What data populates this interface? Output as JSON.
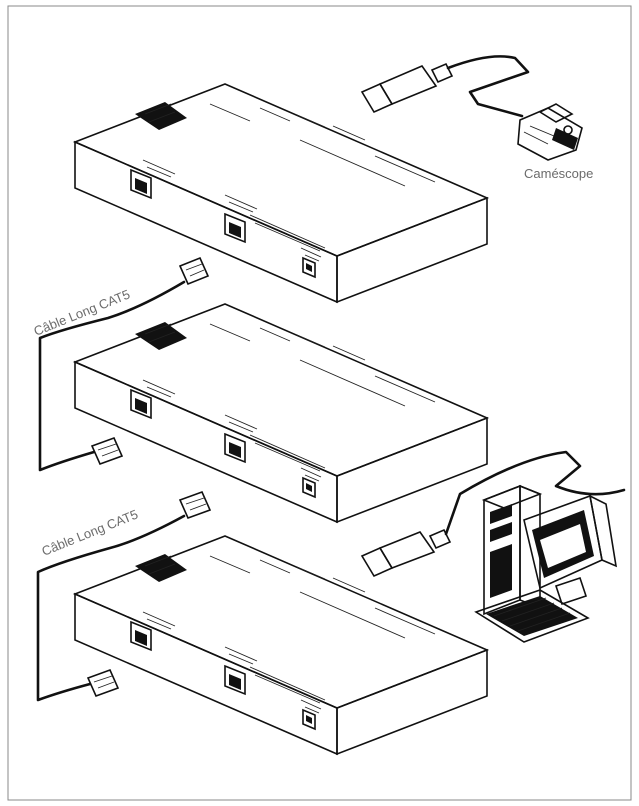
{
  "labels": {
    "camcorder": "Caméscope",
    "cable_top": "Câble Long CAT5",
    "cable_bottom": "Câble Long CAT5"
  }
}
